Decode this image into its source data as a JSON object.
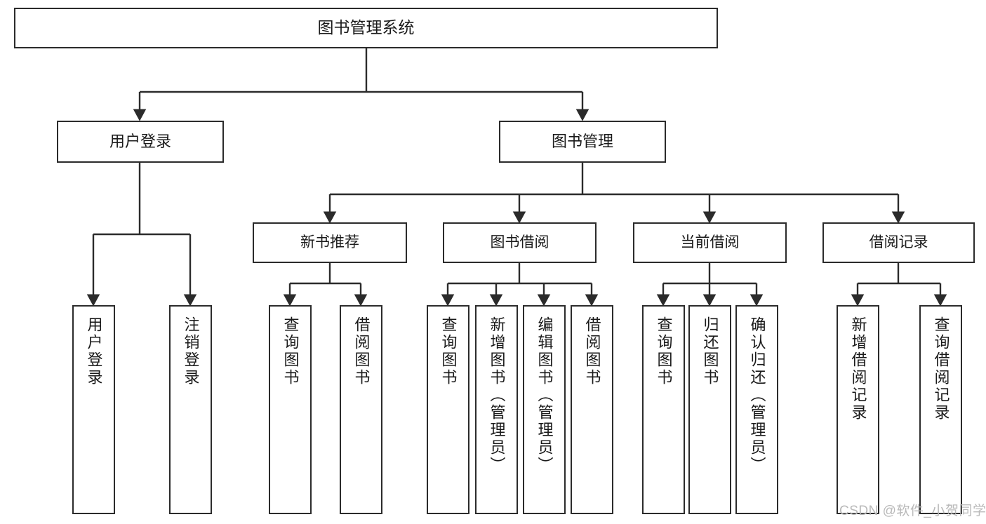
{
  "diagram": {
    "title": "图书管理系统",
    "type": "tree-hierarchy",
    "orientation": "top-down",
    "colors": {
      "box_border": "#2b2b2b",
      "box_fill": "#ffffff",
      "edge": "#2b2b2b",
      "background": "#ffffff",
      "watermark": "#b9b9b9"
    },
    "nodes": {
      "root": {
        "label": "图书管理系统"
      },
      "level1": [
        {
          "id": "user-login",
          "label": "用户登录"
        },
        {
          "id": "book-management",
          "label": "图书管理"
        }
      ],
      "level2": [
        {
          "id": "new-book-recommend",
          "label": "新书推荐"
        },
        {
          "id": "book-borrow",
          "label": "图书借阅"
        },
        {
          "id": "current-borrow",
          "label": "当前借阅"
        },
        {
          "id": "borrow-record",
          "label": "借阅记录"
        }
      ],
      "leaves": {
        "user-login": [
          {
            "id": "leaf-user-login",
            "label": "用户登录"
          },
          {
            "id": "leaf-logout",
            "label": "注销登录"
          }
        ],
        "new-book-recommend": [
          {
            "id": "leaf-query-book-1",
            "label": "查询图书"
          },
          {
            "id": "leaf-borrow-book-1",
            "label": "借阅图书"
          }
        ],
        "book-borrow": [
          {
            "id": "leaf-query-book-2",
            "label": "查询图书"
          },
          {
            "id": "leaf-add-book",
            "label": "新增图书（管理员）"
          },
          {
            "id": "leaf-edit-book",
            "label": "编辑图书（管理员）"
          },
          {
            "id": "leaf-borrow-book-2",
            "label": "借阅图书"
          }
        ],
        "current-borrow": [
          {
            "id": "leaf-query-book-3",
            "label": "查询图书"
          },
          {
            "id": "leaf-return-book",
            "label": "归还图书"
          },
          {
            "id": "leaf-confirm-return",
            "label": "确认归还（管理员）"
          }
        ],
        "borrow-record": [
          {
            "id": "leaf-add-record",
            "label": "新增借阅记录"
          },
          {
            "id": "leaf-query-record",
            "label": "查询借阅记录"
          }
        ]
      }
    },
    "watermark": "CSDN @软件_小贺同学"
  }
}
